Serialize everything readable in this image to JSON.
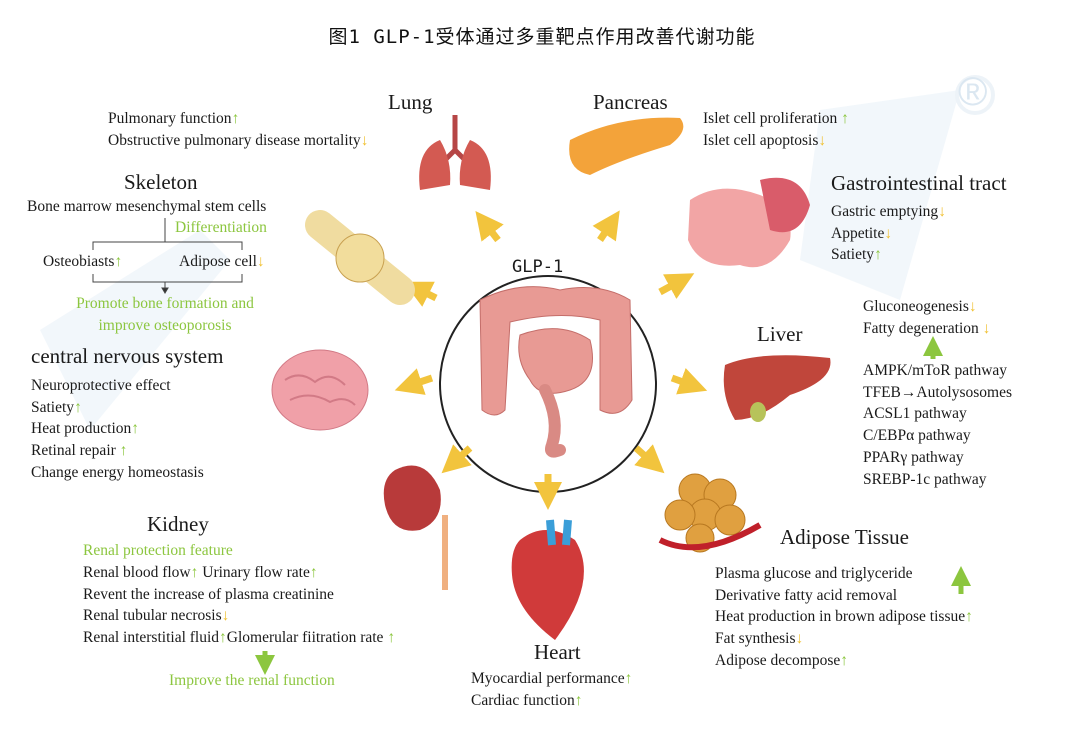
{
  "title": "图1 GLP-1受体通过多重靶点作用改善代谢功能",
  "center": {
    "label": "GLP-1"
  },
  "watermark": {
    "registered_mark": "®"
  },
  "colors": {
    "up": "#8cc63f",
    "down": "#f0c030",
    "arrow": "#f2c43d",
    "highlight": "#8cc63f"
  },
  "sections": {
    "lung": {
      "title": "Lung",
      "items": [
        {
          "text": "Pulmonary function",
          "dir": "up"
        },
        {
          "text": "Obstructive pulmonary disease mortality",
          "dir": "down"
        }
      ]
    },
    "pancreas": {
      "title": "Pancreas",
      "items": [
        {
          "text": "Islet cell proliferation ",
          "dir": "up"
        },
        {
          "text": "Islet cell apoptosis",
          "dir": "down"
        }
      ]
    },
    "gi": {
      "title": "Gastrointestinal tract",
      "items": [
        {
          "text": "Gastric emptying",
          "dir": "down"
        },
        {
          "text": "Appetite",
          "dir": "down"
        },
        {
          "text": "Satiety",
          "dir": "up"
        }
      ]
    },
    "liver": {
      "title": "Liver",
      "items": [
        {
          "text": "Gluconeogenesis",
          "dir": "down"
        },
        {
          "text": "Fatty degeneration ",
          "dir": "down"
        }
      ],
      "pathways": [
        "AMPK/mToR pathway",
        "TFEB→Autolysosomes",
        "ACSL1 pathway",
        "C/EBPα pathway",
        "PPARγ pathway",
        "SREBP-1c pathway"
      ]
    },
    "adipose": {
      "title": "Adipose Tissue",
      "items": [
        {
          "text": "Plasma glucose and triglyceride",
          "dir": ""
        },
        {
          "text": "Derivative fatty acid removal",
          "dir": ""
        },
        {
          "text": "Heat production in brown adipose tissue",
          "dir": "up"
        },
        {
          "text": "Fat synthesis",
          "dir": "down"
        },
        {
          "text": "Adipose decompose",
          "dir": "up"
        }
      ]
    },
    "heart": {
      "title": "Heart",
      "items": [
        {
          "text": "Myocardial performance",
          "dir": "up"
        },
        {
          "text": "Cardiac function",
          "dir": "up"
        }
      ]
    },
    "kidney": {
      "title": "Kidney",
      "subtitle": "Renal protection feature",
      "items": [
        {
          "text": "Renal blood flow",
          "dir": "up",
          "text2": " Urinary flow rate",
          "dir2": "up"
        },
        {
          "text": "Revent the increase of plasma creatinine",
          "dir": ""
        },
        {
          "text": "Renal tubular necrosis",
          "dir": "down"
        },
        {
          "text": "Renal interstitial fluid",
          "dir": "up",
          "text2": "Glomerular fiitration rate ",
          "dir2": "up"
        }
      ],
      "conclusion": "Improve the renal function"
    },
    "cns": {
      "title": "central nervous system",
      "items": [
        {
          "text": "Neuroprotective effect",
          "dir": ""
        },
        {
          "text": "Satiety",
          "dir": "up"
        },
        {
          "text": "Heat production",
          "dir": "up"
        },
        {
          "text": "Retinal repair ",
          "dir": "up"
        },
        {
          "text": "Change energy homeostasis",
          "dir": ""
        }
      ]
    },
    "skeleton": {
      "title": "Skeleton",
      "source": "Bone marrow mesenchymal stem cells",
      "process": "Differentiation",
      "left": {
        "text": "Osteobiasts",
        "dir": "up"
      },
      "right": {
        "text": "Adipose cell",
        "dir": "down"
      },
      "outcome": [
        "Promote bone formation and",
        "improve osteoporosis"
      ]
    }
  }
}
